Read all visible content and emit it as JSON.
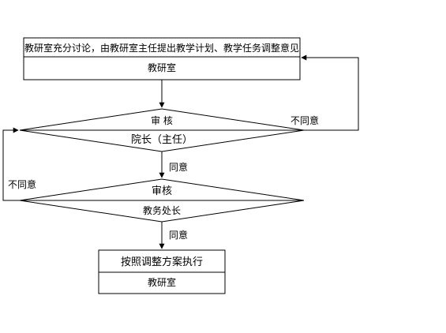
{
  "step1": {
    "description": "教研室充分讨论，由教研室主任提出教学计划、教学任务调整意见",
    "owner": "教研室"
  },
  "decision1": {
    "action": "审  核",
    "owner": "院长（主任）",
    "reject_label": "不同意",
    "approve_label": "同意"
  },
  "decision2": {
    "action": "审核",
    "owner": "教务处长",
    "reject_label": "不同意",
    "approve_label": "同意"
  },
  "step_final": {
    "description": "按照调整方案执行",
    "owner": "教研室"
  }
}
